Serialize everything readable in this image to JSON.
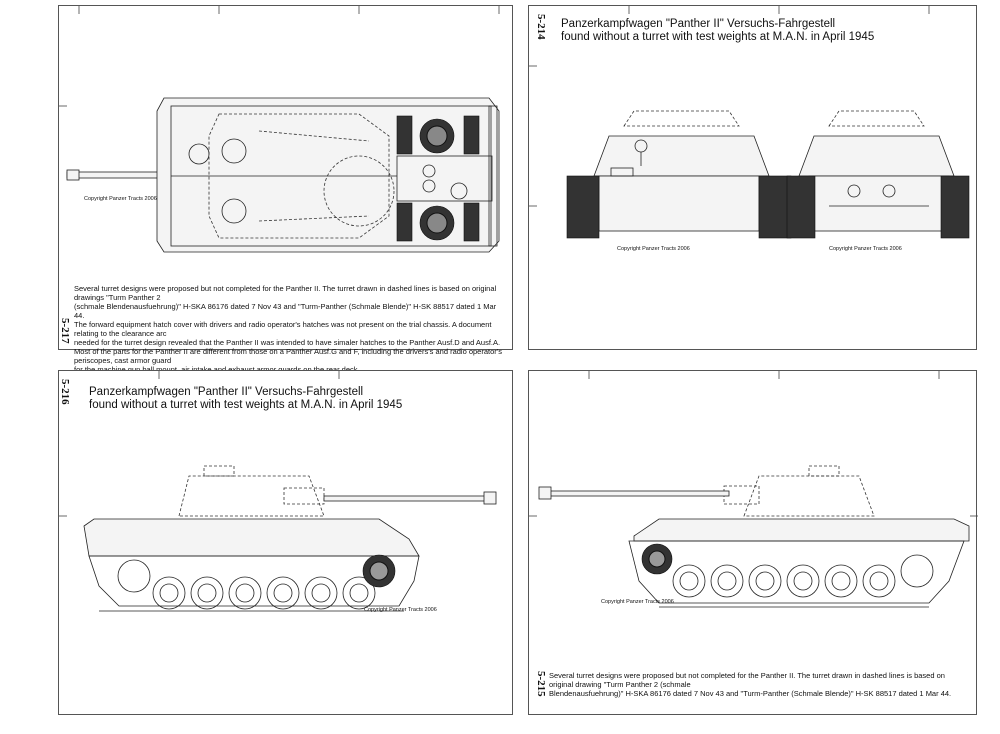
{
  "pages": {
    "top_left": {
      "page_number": "5-217",
      "copyright": "Copyright Panzer Tracts 2006",
      "caption": "Several turret designs were proposed but not completed for the Panther II. The turret drawn in dashed lines is based on original drawings \"Turm Panther 2\n(schmale Blendenausfuehrung)\" H-SKA 86176 dated 7 Nov 43 and \"Turm-Panther (Schmale Blende)\" H-SK 88517 dated 1 Mar 44.\nThe forward equipment hatch cover with drivers and radio operator's hatches was not present on the trial chassis.  A document relating to the clearance arc\nneeded for the turret design revealed that the Panther II was intended to have simaler hatches to the Panther Ausf.D and Ausf.A.\nMost of the parts for the Panther II are different from those on a Panther Ausf.G and F, including the drivers's and radio operator's periscopes, cast armor guard\nfor the machine gun ball mount, air intake and exhaust armor guards on the rear deck."
    },
    "top_right": {
      "page_number": "5-214",
      "title": "Panzerkampfwagen \"Panther II\" Versuchs-Fahrgestell\nfound without a turret with test weights at M.A.N. in April 1945",
      "copyright_front": "Copyright Panzer Tracts 2006",
      "copyright_rear": "Copyright Panzer Tracts 2006"
    },
    "bottom_left": {
      "page_number": "5-216",
      "title": "Panzerkampfwagen \"Panther II\" Versuchs-Fahrgestell\nfound without a turret with test weights at M.A.N. in April 1945",
      "copyright": "Copyright Panzer Tracts 2006"
    },
    "bottom_right": {
      "page_number": "5-215",
      "copyright": "Copyright Panzer Tracts 2006",
      "caption": "Several turret designs were proposed but not completed for the Panther II. The turret drawn in dashed lines is based on original drawing \"Turm Panther 2 (schmale\nBlendenausfuehrung)\" H-SKA 86176 dated 7 Nov 43 and \"Turm-Panther (Schmale Blende)\" H-SK 88517 dated 1 Mar 44."
    }
  }
}
